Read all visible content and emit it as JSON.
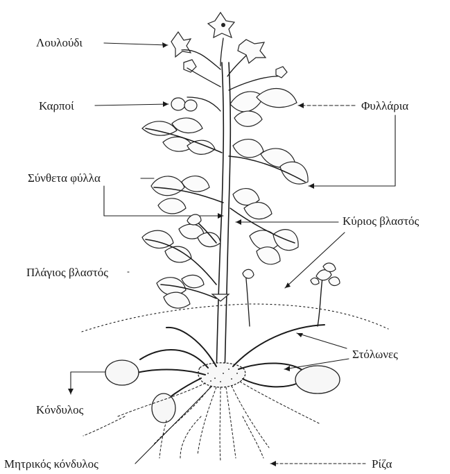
{
  "labels": {
    "flower": "Λουλούδι",
    "fruits": "Καρποί",
    "leaflets": "Φυλλάρια",
    "compound_leaves": "Σύνθετα φύλλα",
    "main_stem": "Κύριος βλαστός",
    "lateral_stem": "Πλάγιος βλαστός",
    "stolons": "Στόλωνες",
    "tuber": "Κόνδυλος",
    "mother_tuber": "Μητρικός κόνδυλος",
    "root": "Ρίζα"
  }
}
